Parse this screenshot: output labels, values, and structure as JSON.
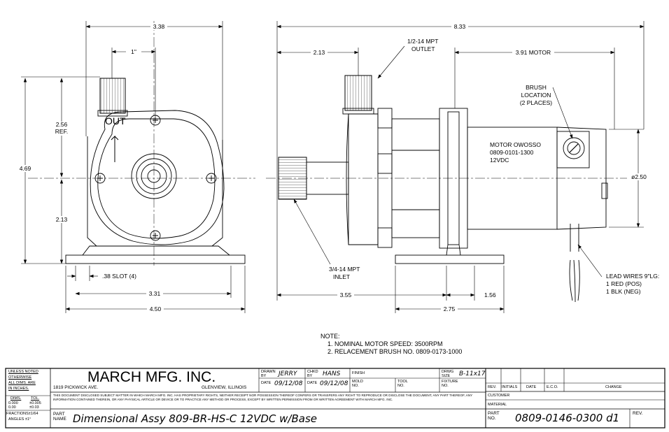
{
  "front_view": {
    "dim_width_top": "3.38",
    "dim_port_offset": "1\"",
    "dim_upper_height": "2.56",
    "dim_upper_ref": "REF.",
    "dim_total_height": "4.69",
    "dim_lower_height": "2.13",
    "slot_label": ".38 SLOT (4)",
    "dim_base_inner": "3.31",
    "dim_base_outer": "4.50",
    "out_label": "OUT"
  },
  "side_view": {
    "dim_total_length": "8.33",
    "dim_outlet_offset": "2.13",
    "outlet_label_frac": "1/2-14 MPT",
    "outlet_label_sub": "OUTLET",
    "dim_motor_length": "3.91 MOTOR",
    "brush_label_1": "BRUSH",
    "brush_label_2": "LOCATION",
    "brush_label_3": "(2 PLACES)",
    "motor_label_1": "MOTOR OWOSSO",
    "motor_label_2": "0809-0101-1300",
    "motor_label_3": "12VDC",
    "dim_motor_dia": "ø2.50",
    "inlet_label_frac": "3/4-14 MPT",
    "inlet_label_sub": "INLET",
    "lead_1": "LEAD WIRES 9\"LG:",
    "lead_2": "1 RED (POS)",
    "lead_3": "1 BLK (NEG)",
    "dim_base_from_inlet": "3.55",
    "dim_base_slot": "1.56",
    "dim_base_width": "2.75"
  },
  "notes": {
    "heading": "NOTE:",
    "items": [
      "1. NOMINAL MOTOR SPEED: 3500RPM",
      "2. RELACEMENT BRUSH NO. 0809-0173-1000"
    ]
  },
  "title_block": {
    "unless_1": "UNLESS NOTED",
    "unless_2": "OTHERWISE",
    "unless_3": "ALL DIMS. ARE",
    "unless_4": "IN INCHES.",
    "dims_hdr": "DIMS.",
    "tol_hdr": "TOL.",
    "tol_row1_d": "0.000",
    "tol_row1_t": "±0.005",
    "tol_row2_d": "0.00",
    "tol_row2_t": "±0.03",
    "fractions": "FRACTIONS±1/64",
    "angles": "ANGLES ±1°",
    "company": "MARCH MFG. INC.",
    "address": "1819 PICKWICK AVE.",
    "city": "GLENVIEW, ILLINOIS",
    "drawn_by_lbl": "DRAWN BY",
    "drawn_by": "JERRY",
    "chkd_by_lbl": "CHKD BY",
    "chkd_by": "HANS",
    "finish_lbl": "FINISH",
    "drwg_size_lbl": "DRWG SIZE",
    "drwg_size": "B-11x17",
    "date_lbl": "DATE",
    "date_drawn": "09/12/08",
    "date_chkd": "09/12/08",
    "mold_lbl": "MOLD NO.",
    "tool_lbl": "TOOL NO.",
    "fixture_lbl": "FIXTURE NO.",
    "proprietary": "THIS DOCUMENT DISCLOSED SUBJECT MATTER IN WHICH MARCH MFG. INC. HAS PROPRIETARY RIGHTS, NEITHER RECEIPT NOR POSSESSION THEREOF CONFERS OR TRANSFERS ANY RIGHT TO REPRODUCE OR DISCLOSE THE DOCUMENT, ANY PART THEREOF, ANY INFORMATION CONTAINED THEREIN, OR ANY PHYSICAL ARTICLE OR DEVICE OR TO PRACTICE ANY METHOD OR PROCESS, EXCEPT BY WRITTEN PERMISSION FROM OR WRITTEN AGREEMENT WITH MARCH MFG. INC.",
    "part_name_lbl": "PART NAME",
    "part_name": "Dimensional Assy 809-BR-HS-C 12VDC w/Base",
    "rev_hdr": [
      "REV.",
      "INITIALS",
      "DATE",
      "E.C.O.",
      "CHANGE"
    ],
    "customer_lbl": "CUSTOMER",
    "material_lbl": "MATERIAL",
    "part_no_lbl": "PART NO.",
    "part_no": "0809-0146-0300 d1",
    "rev_lbl": "REV."
  }
}
